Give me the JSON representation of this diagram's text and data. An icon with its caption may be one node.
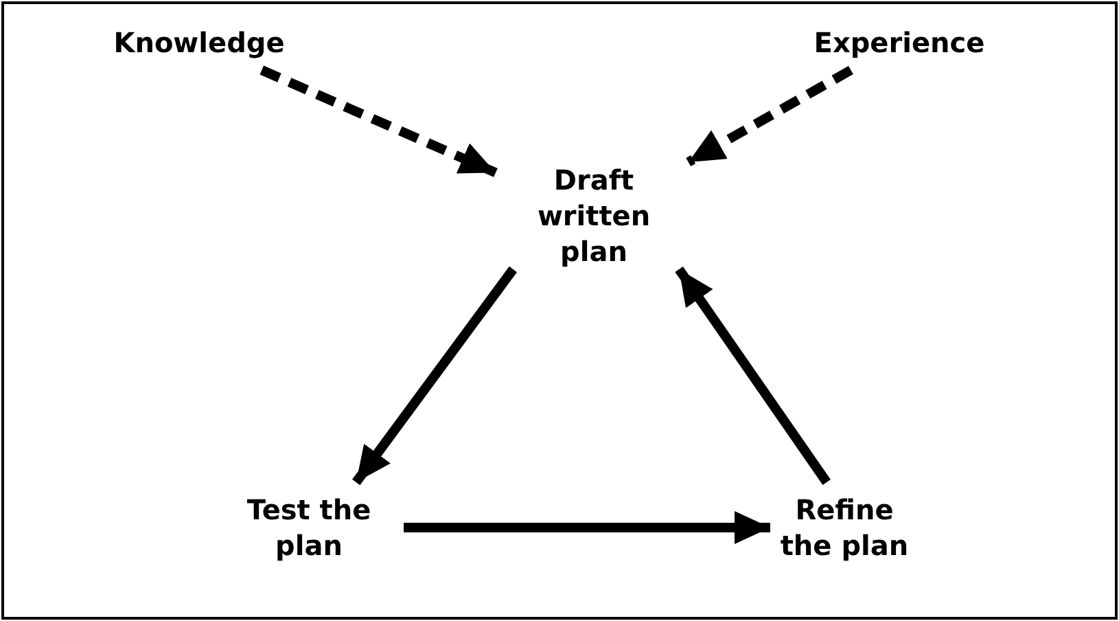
{
  "diagram": {
    "nodes": [
      {
        "text": [
          "Knowledge"
        ]
      },
      {
        "text": [
          "Experience"
        ]
      },
      {
        "text": [
          "Draft written plan"
        ]
      },
      {
        "text": [
          "Test the plan"
        ]
      },
      {
        "text": [
          "Refine the plan"
        ]
      }
    ],
    "edges": [
      {
        "from": 0,
        "to": 2,
        "arrow": "to",
        "style": "dashed"
      },
      {
        "from": 1,
        "to": 2,
        "arrow": "to",
        "style": "dashed"
      },
      {
        "from": 2,
        "to": 3,
        "arrow": "to"
      },
      {
        "from": 3,
        "to": 4,
        "arrow": "to"
      },
      {
        "from": 4,
        "to": 2,
        "arrow": "to"
      }
    ]
  }
}
